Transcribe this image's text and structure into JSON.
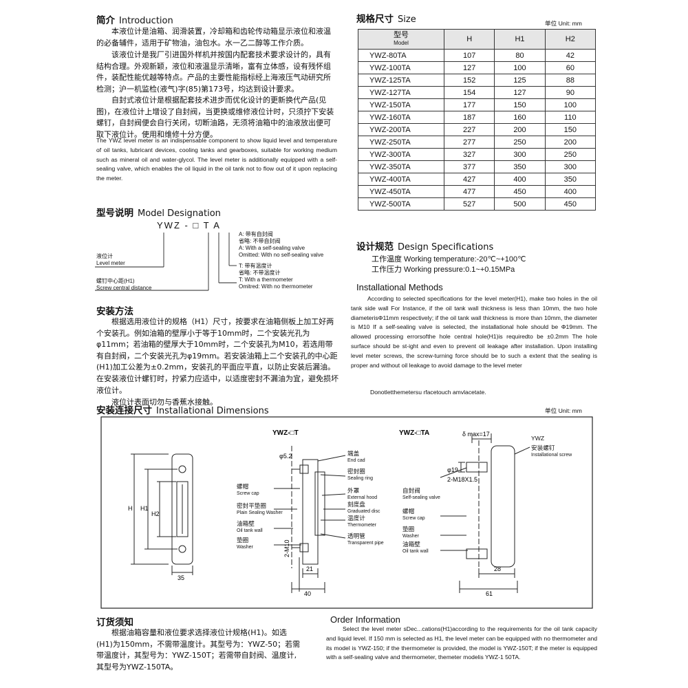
{
  "intro": {
    "title_zh": "简介",
    "title_en": "Introduction",
    "p1": "本液位计是油箱、润滑装置，冷却箱和齿轮传动箱显示液位和液温的必备辅件，适用于矿物油，油包水。水一乙二醇等工作介质。",
    "p2": "该液位计是我厂引进国外样机并按国内配套技术要求设计的，具有结构合理。外观新颖，液位和液温显示清晰，富有立体感，设有残怀组件，装配性能优越等特点。产品的主要性能指标经上海液压气动研究所检测；沪一机监检(液气)字(85)第173号，均达到设计要求。",
    "p3": "自封式液位计是根据配套技术进步而优化设计的更新换代产品(见图)，在液位计上增设了自封阀，当更换或维修液位计时，只须拧下安装螺钉，自封阀便会自行关闭，切断油路，无须将油箱中的油液放出便可取下液位计。使用和维修十分方便。",
    "en": "The YWZ level meter is an indispensable component to show liquid level and temperature of oil tanks, lubricant devices, cooling tanks and gearboxes, suitable for working medium such as mineral oil and water-glycol. The level meter is additionally equipped with a self-sealing valve, which enables the oil liquid in the oil tank not to flow out of it upon replacing the meter."
  },
  "size": {
    "title_zh": "规格尺寸",
    "title_en": "Size",
    "unit": "单位 Unit: mm",
    "head_model_zh": "型号",
    "head_model_en": "Model",
    "head_h": "H",
    "head_h1": "H1",
    "head_h2": "H2",
    "rows": [
      [
        "YWZ-80TA",
        "107",
        "80",
        "42"
      ],
      [
        "YWZ-100TA",
        "127",
        "100",
        "60"
      ],
      [
        "YWZ-125TA",
        "152",
        "125",
        "88"
      ],
      [
        "YWZ-127TA",
        "154",
        "127",
        "90"
      ],
      [
        "YWZ-150TA",
        "177",
        "150",
        "100"
      ],
      [
        "YWZ-160TA",
        "187",
        "160",
        "110"
      ],
      [
        "YWZ-200TA",
        "227",
        "200",
        "150"
      ],
      [
        "YWZ-250TA",
        "277",
        "250",
        "200"
      ],
      [
        "YWZ-300TA",
        "327",
        "300",
        "250"
      ],
      [
        "YWZ-350TA",
        "377",
        "350",
        "300"
      ],
      [
        "YWZ-400TA",
        "427",
        "400",
        "350"
      ],
      [
        "YWZ-450TA",
        "477",
        "450",
        "400"
      ],
      [
        "YWZ-500TA",
        "527",
        "500",
        "450"
      ]
    ]
  },
  "model": {
    "title_zh": "型号说明",
    "title_en": "Model Designation",
    "code": "YWZ - □ T A",
    "a1": "A: 带有自封阀",
    "a2": "省略: 不带自封阀",
    "a3": "A: With a self-sealing valve",
    "a4": "Omitted: With no self-sealing valve",
    "t1": "T: 带有温度计",
    "t2": "省略: 不带温度计",
    "t3": "T: With a thermometer",
    "t4": "Omitred: With no thermometer",
    "l1": "液位计",
    "l2": "Level meter",
    "l3": "螺钉中心距(H1)",
    "l4": "Screw central distance"
  },
  "design": {
    "title_zh": "设计规范",
    "title_en": "Design Specifications",
    "temp": "工作温度 Working temperature:-20℃~+100℃",
    "press": "工作压力 Working pressure:0.1~+0.15MPa"
  },
  "install_en": {
    "title": "Installational Methods",
    "text": "According to selected specifications for the level meter(H1), make two holes in the oil tank side wall For Instance, if the oil tank wall thickness is less than 10mm, the two hole diameterisΦ11mm respectively; if the oil tank wall thickness is more than 10mm, the diameter is M10 If a self-sealing valve is selected, the installational hole should be Φ19mm. The allowed processing errorsofthe hole central hole(H1)is requiredto be ±0.2mm The hole surface should be st-ight and even to prevent oil leakage after installation. Upon installing level meter screws, the screw-turning force should be to such a extent that the sealing is proper and without oil leakage to avoid damage to the level meter",
    "note": "Donotletthemetersu rfacetouch amvlacetate."
  },
  "install_zh": {
    "title": "安装方法",
    "p1": "根据选用液位计的规格（H1）尺寸，按要求在油箱侧板上加工好两个安装孔。例如油箱的壁厚小于等于10mm时，二个安装光孔为φ11mm；若油箱的壁厚大于10mm时，二个安装孔为M10，若选用带有自封阀，二个安装光孔为φ19mm。若安装油箱上二个安装孔的中心距(H1)加工公差为±0.2mm，安装孔的平面应平直，以防止安装后漏油。在安装液位计螺钉时，拧紧力应适中，以适度密封不漏油为宜，避免损坏液位计。",
    "p2": "液位计表面切勿与香蕉水接触。"
  },
  "dims": {
    "title_zh": "安装连接尺寸",
    "title_en": "Installational Dimensions",
    "unit": "单位 Unit: mm",
    "t1": "YWZ-□T",
    "t2": "YWZ-□TA",
    "labels": {
      "endcap": [
        "端盖",
        "End cad"
      ],
      "sealring": [
        "密封圈",
        "Sealing ring"
      ],
      "hood": [
        "外罩",
        "External hood"
      ],
      "disc": [
        "刻度盘",
        "Graduated disc"
      ],
      "thermo": [
        "温度计",
        "Thermometer"
      ],
      "pipe": [
        "透明管",
        "Transparent pipe"
      ],
      "screwcap": [
        "螺帽",
        "Screw cap"
      ],
      "plainwasher": [
        "密封平垫圈",
        "Plain Sealing Washer"
      ],
      "wall": [
        "油箱壁",
        "Oil tank wall"
      ],
      "washer": [
        "垫圈",
        "Washer"
      ],
      "ywz": "YWZ",
      "instscrew": [
        "安装螺钉",
        "Installational screw"
      ],
      "valve": [
        "自封阀",
        "Self-sealing valve"
      ],
      "screwcap2": [
        "螺帽",
        "Screw cap"
      ],
      "washer2": [
        "垫圈",
        "Washer"
      ],
      "wall2": [
        "油箱壁",
        "Oil tank wall"
      ]
    },
    "d_h": "H",
    "d_h1": "H1",
    "d_h2": "H2",
    "d_35": "35",
    "d_m10": "2-M10",
    "d_21": "21",
    "d_40": "40",
    "d_52": "φ5.2",
    "d_smax": "δ max=17",
    "d_phi19": "φ19",
    "d_m18": "2-M18X1.5",
    "d_28": "28",
    "d_61": "61"
  },
  "order_zh": {
    "title": "订货须知",
    "text": "根据油箱容量和液位要求选择液位计规格(H1)。如选(H1)为150mm，不需带温度计。其型号为：YWZ-50；若需带温度计，其型号为：YWZ-150T；若需带自封阀、温度计,其型号为YWZ-150TA。"
  },
  "order_en": {
    "title": "Order Information",
    "text": "Select the level meter sDec...cations(H1)according to the requirements for the oil tank capacity and liquid level. If 150 mm is selected as H1, the level meter can be equipped with no thermometer and its model is YWZ-150; if the thermometer is provided, the model is YWZ-150T; if the meter is equipped with a self-sealing valve and thermometer, themeter modelis YWZ-1 50TA."
  }
}
